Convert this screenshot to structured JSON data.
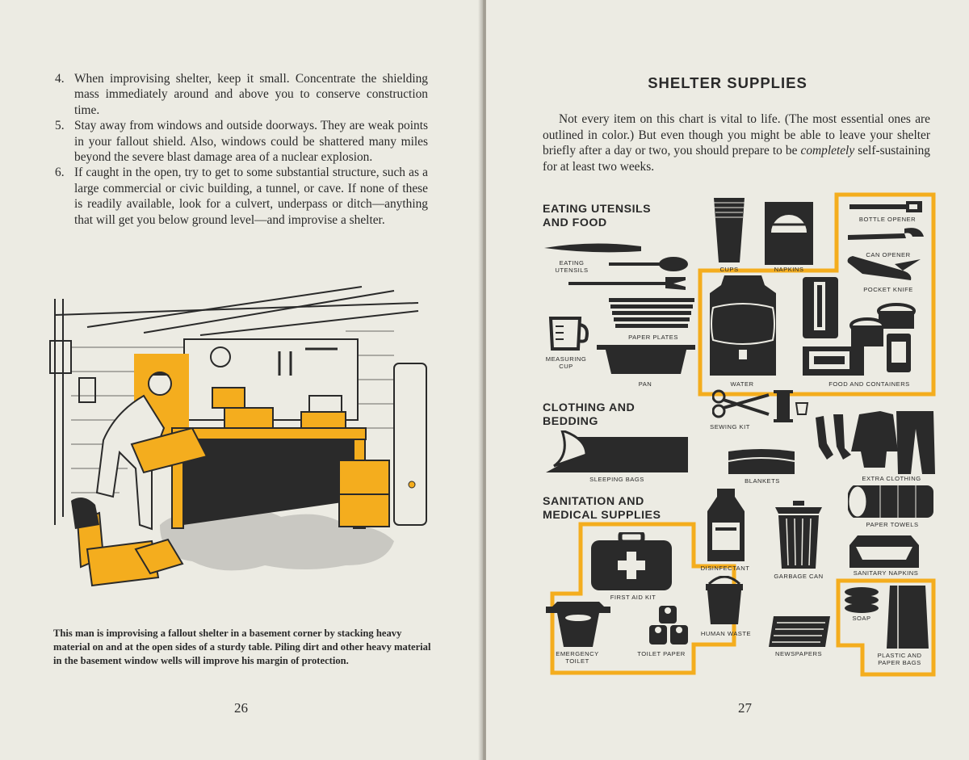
{
  "left_page": {
    "items": [
      {
        "num": "4.",
        "text": "When improvising shelter, keep it small. Concentrate the shielding mass immediately around and above you to conserve construction time."
      },
      {
        "num": "5.",
        "text": "Stay away from windows and outside doorways. They are weak points in your fallout shield. Also, windows could be shattered many miles beyond the severe blast damage area of a nuclear explosion."
      },
      {
        "num": "6.",
        "text": "If caught in the open, try to get to some substantial structure, such as a large commercial or civic building, a tunnel, or cave. If none of these is readily available, look for a culvert, underpass or ditch—anything that will get you below ground level—and improvise a shelter."
      }
    ],
    "caption": "This man is improvising a fallout shelter in a basement corner by stacking heavy material on and at the open sides of a sturdy table. Piling dirt and other heavy material in the basement window wells will improve his margin of protection.",
    "page_number": "26"
  },
  "right_page": {
    "title": "SHELTER SUPPLIES",
    "intro_before": "Not every item on this chart is vital to life. (The most essential ones are outlined in color.) But even though you might be able to leave your shelter briefly after a day or two, you should prepare to be ",
    "intro_em": "completely",
    "intro_after": " self-sustaining for at least two weeks.",
    "sections": {
      "eating": "EATING UTENSILS AND FOOD",
      "clothing": "CLOTHING AND BEDDING",
      "sanitation": "SANITATION AND MEDICAL SUPPLIES"
    },
    "labels": {
      "eating_utensils": "EATING UTENSILS",
      "cups": "CUPS",
      "napkins": "NAPKINS",
      "bottle_opener": "BOTTLE OPENER",
      "can_opener": "CAN OPENER",
      "pocket_knife": "POCKET KNIFE",
      "paper_plates": "PAPER PLATES",
      "measuring_cup": "MEASURING CUP",
      "pan": "PAN",
      "water": "WATER",
      "food_containers": "FOOD AND CONTAINERS",
      "sewing_kit": "SEWING KIT",
      "sleeping_bags": "SLEEPING BAGS",
      "blankets": "BLANKETS",
      "extra_clothing": "EXTRA CLOTHING",
      "paper_towels": "PAPER TOWELS",
      "disinfectant": "DISINFECTANT",
      "garbage_can": "GARBAGE CAN",
      "sanitary_napkins": "SANITARY NAPKINS",
      "first_aid_kit": "FIRST AID KIT",
      "human_waste": "HUMAN WASTE",
      "soap": "SOAP",
      "emergency_toilet": "EMERGENCY TOILET",
      "toilet_paper": "TOILET PAPER",
      "newspapers": "NEWSPAPERS",
      "plastic_bags": "PLASTIC AND PAPER BAGS"
    },
    "page_number": "27"
  },
  "colors": {
    "paper": "#ecebe3",
    "ink": "#2a2a2a",
    "accent": "#f4ad1e"
  }
}
